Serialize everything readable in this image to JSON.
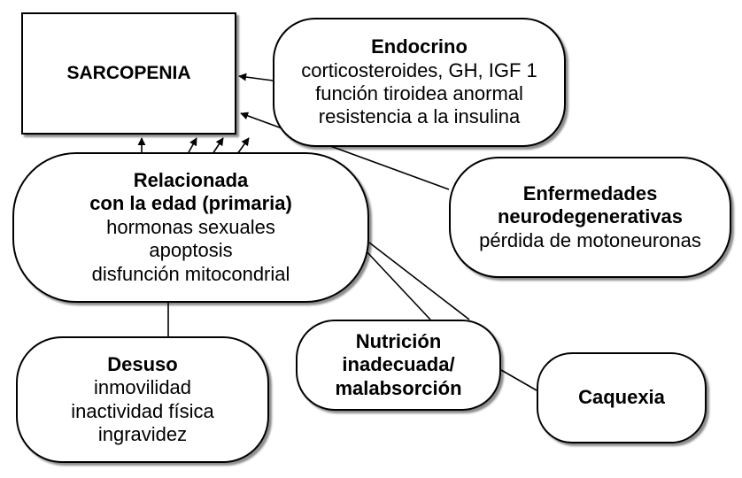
{
  "diagram": {
    "sarcopenia": {
      "title": "SARCOPENIA"
    },
    "endocrino": {
      "title": "Endocrino",
      "lines": [
        "corticosteroides, GH, IGF 1",
        "función tiroidea anormal",
        "resistencia a la insulina"
      ]
    },
    "edad": {
      "title_lines": [
        "Relacionada",
        "con la edad (primaria)"
      ],
      "lines": [
        "hormonas sexuales",
        "apoptosis",
        "disfunción mitocondrial"
      ]
    },
    "neuro": {
      "title_lines": [
        "Enfermedades",
        "neurodegenerativas"
      ],
      "lines": [
        "pérdida de motoneuronas"
      ]
    },
    "nutricion": {
      "title_lines": [
        "Nutrición",
        "inadecuada/",
        "malabsorción"
      ]
    },
    "caquexia": {
      "title": "Caquexia"
    },
    "desuso": {
      "title": "Desuso",
      "lines": [
        "inmovilidad",
        "inactividad física",
        "ingravidez"
      ]
    },
    "colors": {
      "stroke": "#000000",
      "fill": "#ffffff",
      "shadow": "#777777"
    }
  }
}
